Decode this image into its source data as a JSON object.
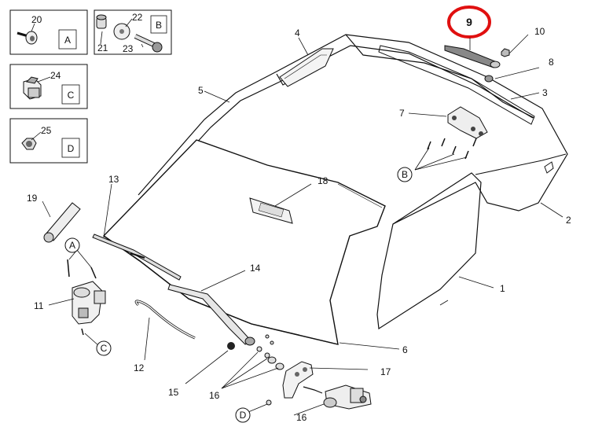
{
  "diagram": {
    "callouts": {
      "c1": "1",
      "c2": "2",
      "c3": "3",
      "c4": "4",
      "c5": "5",
      "c6": "6",
      "c7": "7",
      "c8": "8",
      "c9": "9",
      "c10": "10",
      "c11": "11",
      "c12": "12",
      "c13": "13",
      "c14": "14",
      "c15": "15",
      "c16a": "16",
      "c16b": "16",
      "c17": "17",
      "c18": "18",
      "c19": "19",
      "c20": "20",
      "c21": "21",
      "c22": "22",
      "c23": "23",
      "c24": "24",
      "c25": "25"
    },
    "boxes": {
      "A": "A",
      "B": "B",
      "C": "C",
      "D": "D"
    },
    "fastener_refs": {
      "A": "A",
      "B": "B",
      "C": "C",
      "D": "D"
    },
    "highlight_color": "#e01010",
    "line_color": "#111111"
  }
}
